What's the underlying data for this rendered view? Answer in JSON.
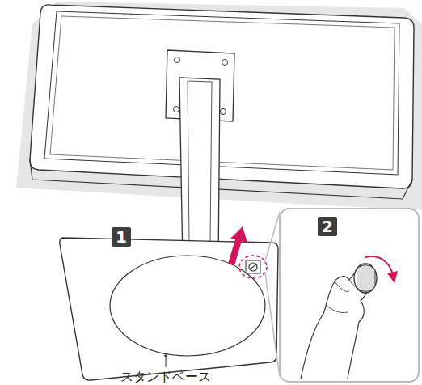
{
  "diagram": {
    "labels": [
      "1",
      "2",
      "スタンドベース"
    ]
  }
}
